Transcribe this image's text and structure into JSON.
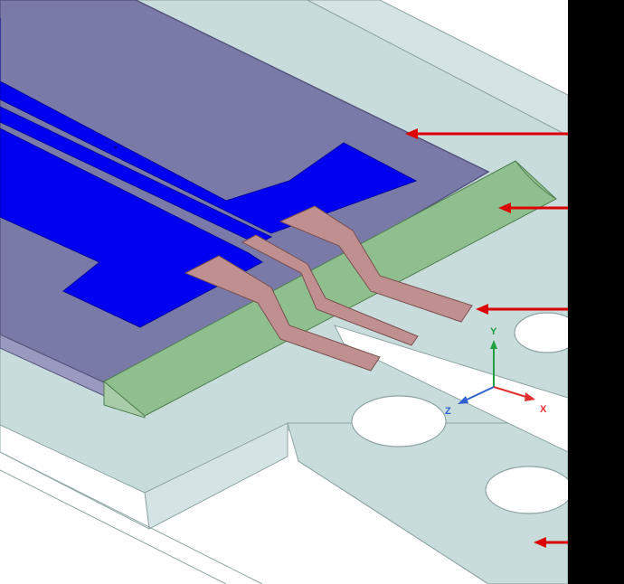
{
  "colors": {
    "background": "#ffffff",
    "substrate": "#c9dcdc",
    "substrate_side": "#d4e4e4",
    "substrate_edge": "#8fa4a4",
    "dielectric": "#7a7aa8",
    "dielectric_edge": "#55557e",
    "metal_trace": "#0000f0",
    "wire_bond_ramp": "#8fbf8f",
    "ribbon_bond": "#c09090",
    "arrow": "#dd0000",
    "side_bar": "#000000",
    "axis_x": "#e03030",
    "axis_y": "#20a040",
    "axis_z": "#3060d0"
  },
  "axes": {
    "x_label": "X",
    "y_label": "Y",
    "z_label": "Z"
  },
  "annotation_arrows": {
    "count": 4,
    "direction": "pointing-left"
  },
  "icons": {
    "arrow": "left-arrow-icon",
    "triad": "coordinate-triad-icon"
  }
}
